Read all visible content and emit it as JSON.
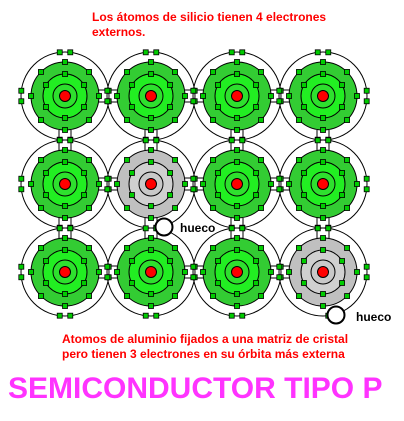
{
  "annotations": {
    "top_note_line1": "Los átomos de silicio tienen 4 electrones",
    "top_note_line2": "externos.",
    "bottom_note_line1": "Atomos de aluminio fijados a una matriz de cristal",
    "bottom_note_line2": "pero tienen 3 electrones en su órbita más externa",
    "hole_label": "hueco"
  },
  "title": "SEMICONDUCTOR TIPO P",
  "lattice": {
    "rows": [
      [
        "silicio",
        "silicio",
        "silicio",
        "silicio"
      ],
      [
        "silicio",
        "aluminio",
        "silicio",
        "silicio"
      ],
      [
        "silicio",
        "silicio",
        "silicio",
        "aluminio"
      ]
    ]
  },
  "colors": {
    "silicon_fill": "#33cc33",
    "silicon_inner": "#22ee22",
    "aluminum_fill": "#c0c0c0",
    "nucleus": "#ff0000",
    "electron": "#00cc00",
    "text_red": "#ff0000",
    "title_magenta": "#ff33ff"
  }
}
